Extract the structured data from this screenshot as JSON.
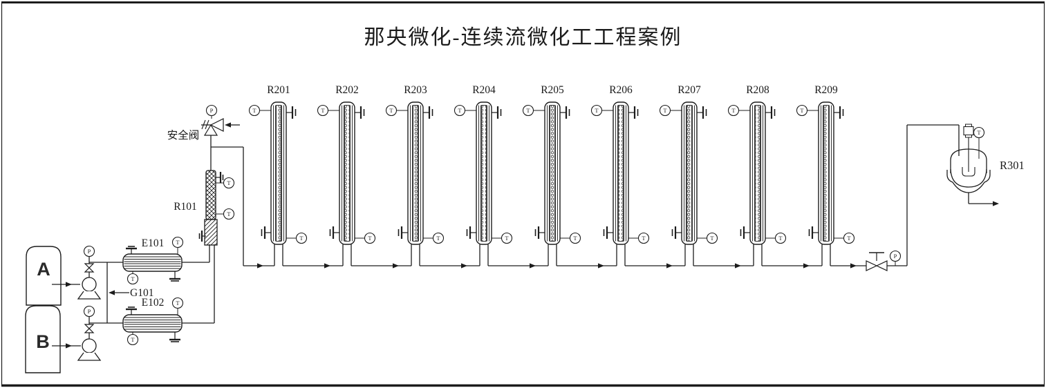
{
  "title": "那央微化-连续流微化工工程案例",
  "labels": {
    "safety_valve": "安全阀",
    "pre_reactor": "R101",
    "gas_line": "G101",
    "exchanger_top": "E101",
    "exchanger_bottom": "E102",
    "stirred_reactor": "R301",
    "tank_a": "A",
    "tank_b": "B"
  },
  "reactors": [
    {
      "label": "R201"
    },
    {
      "label": "R202"
    },
    {
      "label": "R203"
    },
    {
      "label": "R204"
    },
    {
      "label": "R205"
    },
    {
      "label": "R206"
    },
    {
      "label": "R207"
    },
    {
      "label": "R208"
    },
    {
      "label": "R209"
    }
  ],
  "instruments": {
    "pressure_tag": "P",
    "temperature_tag": "T"
  },
  "colors": {
    "line": "#1c1c1c",
    "background": "#ffffff"
  }
}
